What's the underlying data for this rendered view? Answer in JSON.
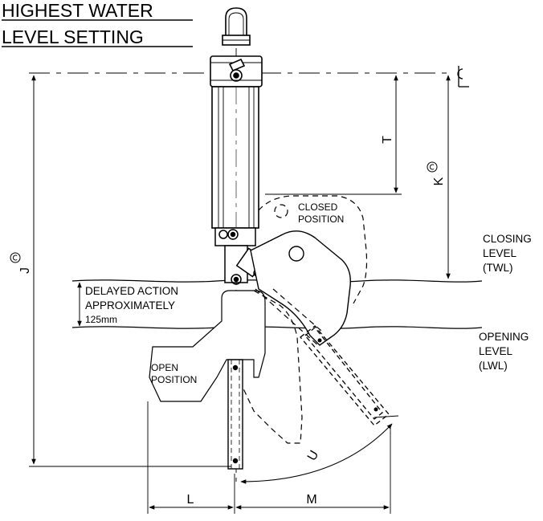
{
  "title": {
    "line1": "HIGHEST WATER",
    "line2": "LEVEL SETTING"
  },
  "labels": {
    "closed_position": [
      "CLOSED",
      "POSITION"
    ],
    "open_position": [
      "OPEN",
      "POSITION"
    ],
    "delayed_action": [
      "DELAYED ACTION",
      "APPROXIMATELY",
      "125mm"
    ],
    "closing_level": [
      "CLOSING",
      "LEVEL",
      "(TWL)"
    ],
    "opening_level": [
      "OPENING",
      "LEVEL",
      "(LWL)"
    ]
  },
  "dimensions": {
    "T": "T",
    "K": "K",
    "J": "J",
    "U": "U",
    "L": "L",
    "M": "M",
    "centerline": "CL"
  },
  "icons": [
    "centerline-symbol",
    "circle-c-mark"
  ]
}
